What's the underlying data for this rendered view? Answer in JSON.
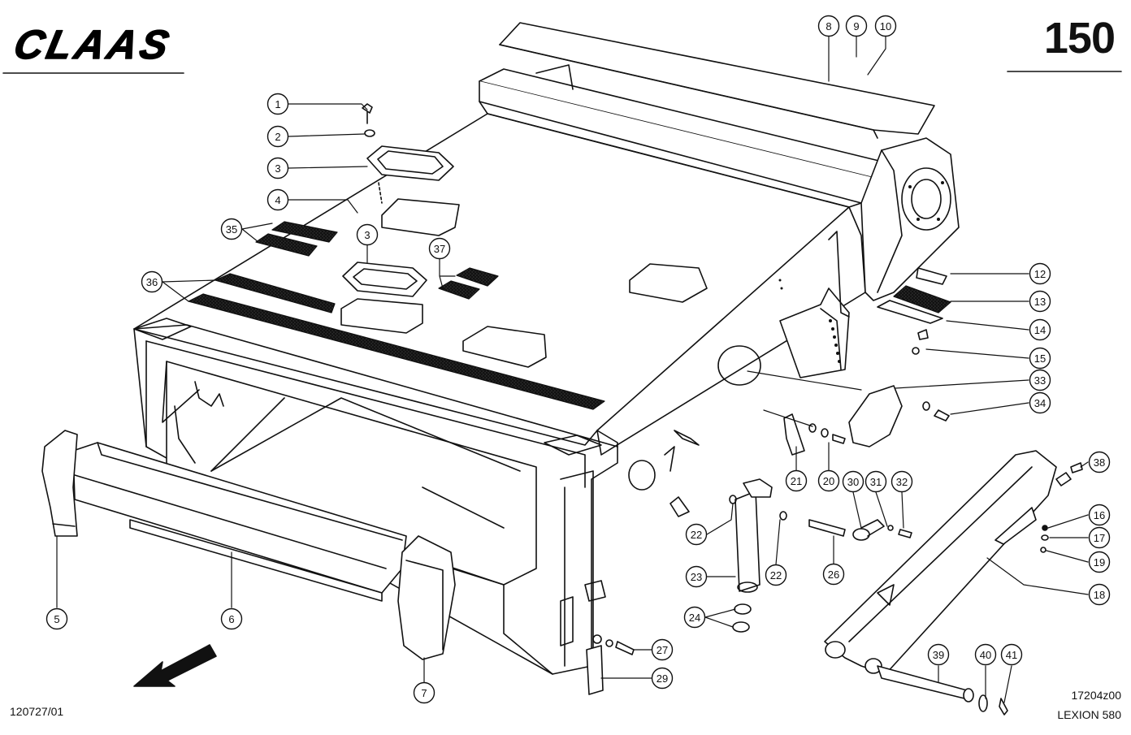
{
  "brand": "CLAAS",
  "page_number": "150",
  "drawing_code": "120727/01",
  "figure_code": "17204z00",
  "model": "LEXION 580",
  "callouts": [
    {
      "label": "1"
    },
    {
      "label": "2"
    },
    {
      "label": "3"
    },
    {
      "label": "4"
    },
    {
      "label": "35"
    },
    {
      "label": "3"
    },
    {
      "label": "37"
    },
    {
      "label": "36"
    },
    {
      "label": "8"
    },
    {
      "label": "9"
    },
    {
      "label": "10"
    },
    {
      "label": "12"
    },
    {
      "label": "13"
    },
    {
      "label": "14"
    },
    {
      "label": "15"
    },
    {
      "label": "33"
    },
    {
      "label": "34"
    },
    {
      "label": "38"
    },
    {
      "label": "16"
    },
    {
      "label": "17"
    },
    {
      "label": "19"
    },
    {
      "label": "18"
    },
    {
      "label": "21"
    },
    {
      "label": "20"
    },
    {
      "label": "30"
    },
    {
      "label": "31"
    },
    {
      "label": "32"
    },
    {
      "label": "22"
    },
    {
      "label": "23"
    },
    {
      "label": "22"
    },
    {
      "label": "26"
    },
    {
      "label": "24"
    },
    {
      "label": "27"
    },
    {
      "label": "29"
    },
    {
      "label": "5"
    },
    {
      "label": "6"
    },
    {
      "label": "7"
    },
    {
      "label": "39"
    },
    {
      "label": "40"
    },
    {
      "label": "41"
    }
  ]
}
